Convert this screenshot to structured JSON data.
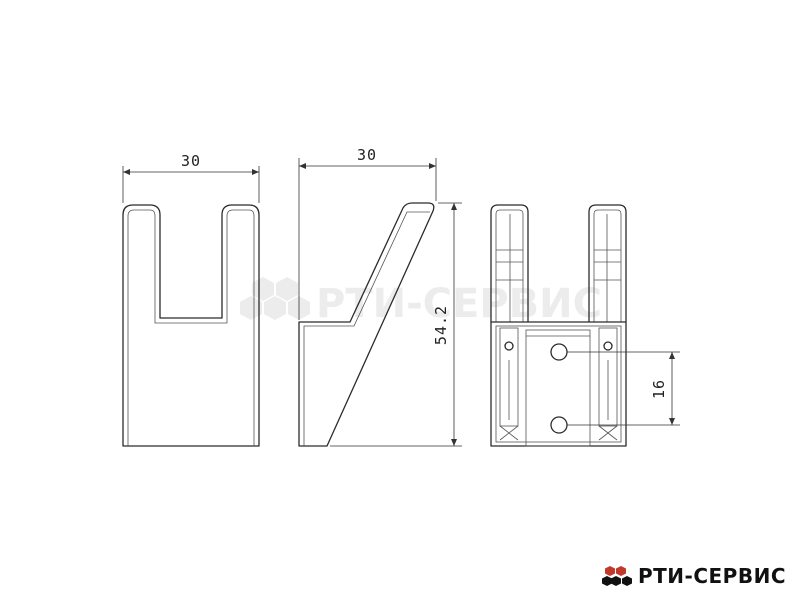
{
  "dimensions": {
    "front_width": "30",
    "side_width": "30",
    "side_height": "54.2",
    "hole_spacing": "16"
  },
  "watermark": {
    "text": "РТИ-СЕРВИС"
  },
  "brand": {
    "name": "РТИ-СЕРВИС",
    "accent_color": "#c0392b",
    "logo_icon": "hexagon-cluster-icon"
  }
}
